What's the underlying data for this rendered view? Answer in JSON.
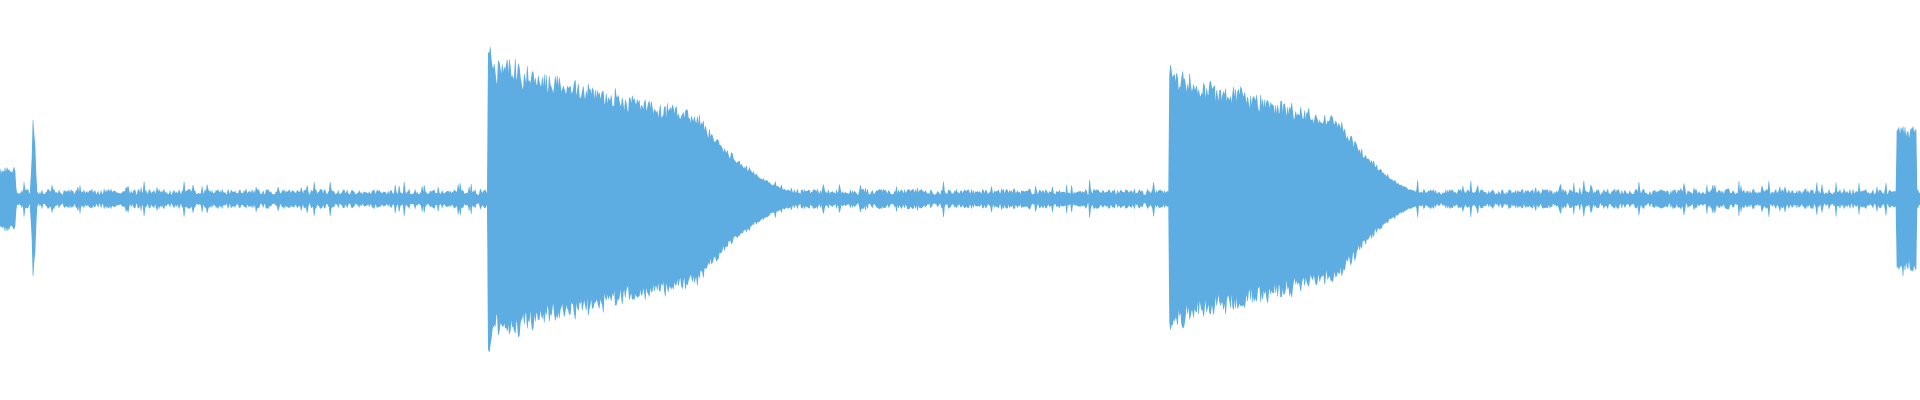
{
  "waveform": {
    "color": "#5dade2",
    "background": "#ffffff",
    "samples": 1920,
    "seed": 7,
    "noise_floor": 0.02,
    "noise_variation": 0.03,
    "segments": [
      {
        "kind": "burst",
        "start": 0.0,
        "end": 0.008,
        "amplitude": 0.16
      },
      {
        "kind": "spike",
        "start": 0.016,
        "end": 0.019,
        "amplitude": 0.52
      },
      {
        "kind": "decay",
        "start": 0.254,
        "end": 0.436,
        "amplitude": 0.7,
        "sustain": 0.42
      },
      {
        "kind": "decay",
        "start": 0.609,
        "end": 0.757,
        "amplitude": 0.63,
        "sustain": 0.4
      },
      {
        "kind": "burst",
        "start": 0.988,
        "end": 0.998,
        "amplitude": 0.37
      }
    ]
  }
}
